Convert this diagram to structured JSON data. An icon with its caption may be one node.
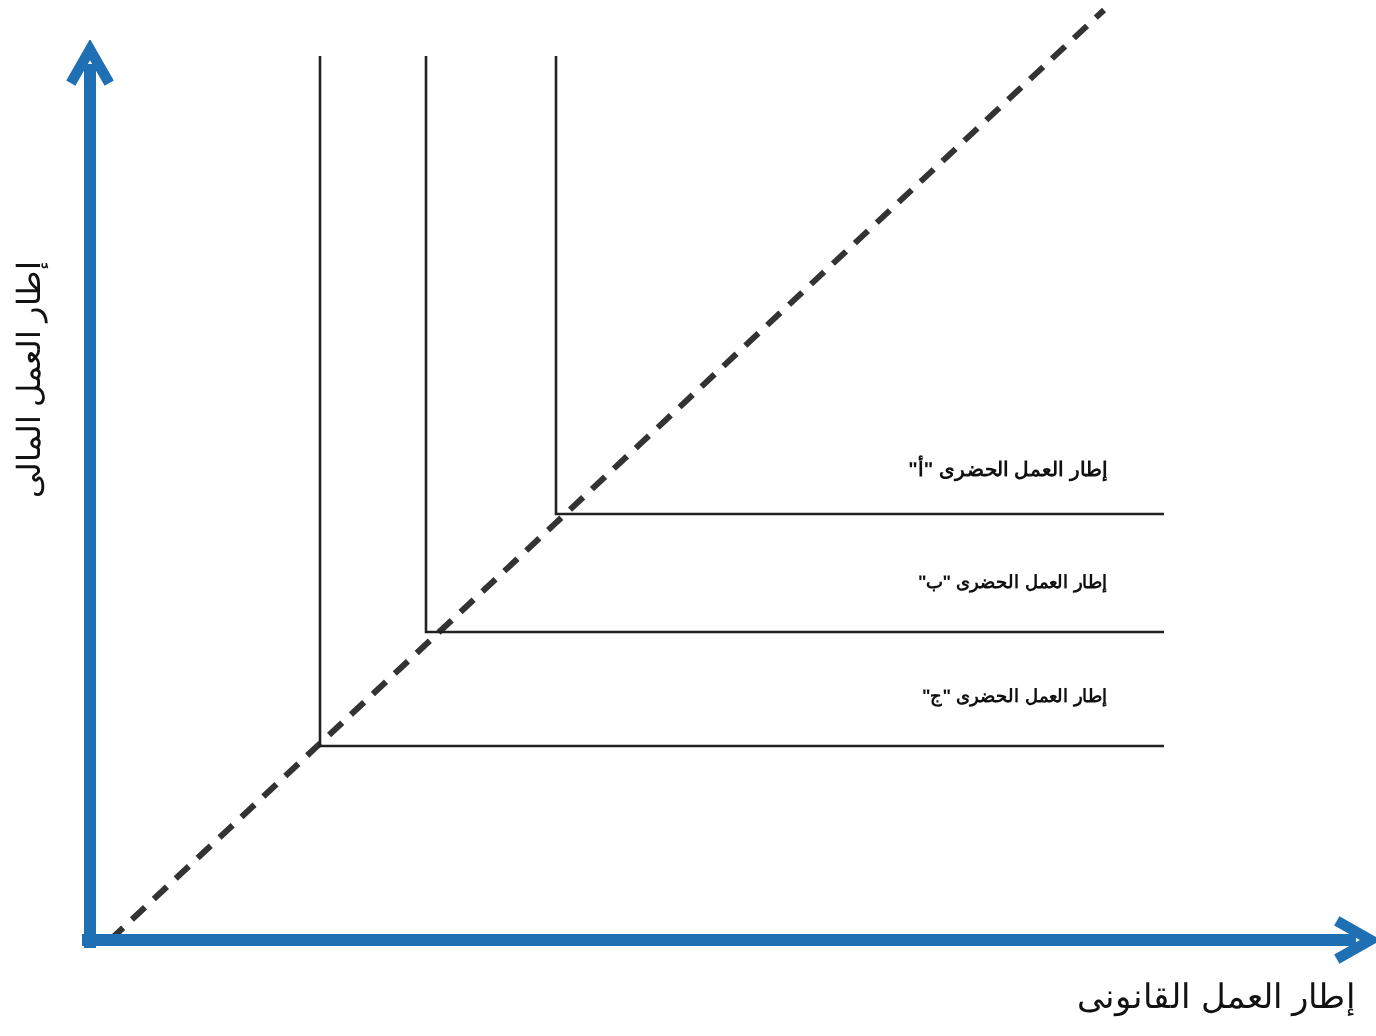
{
  "diagram": {
    "labels": [
      "إطار العمل المالى",
      "إطار العمل الحضرى \"أ\"",
      "إطار العمل الحضرى \"ب\"",
      "إطار العمل الحضرى \"ج\"",
      "إطار العمل القانونى"
    ]
  }
}
